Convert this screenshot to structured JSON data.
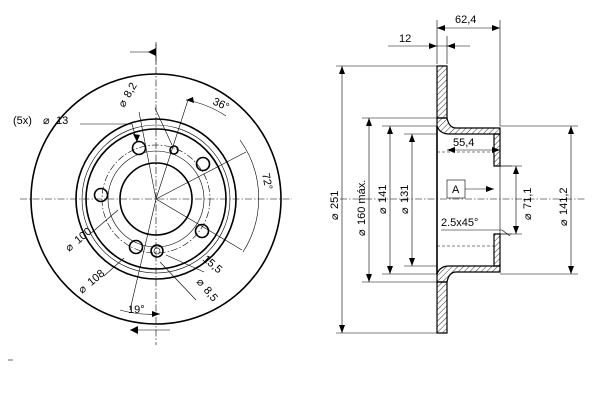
{
  "front_view": {
    "bolt_holes": "(5x)",
    "bolt_hole_dia": "13",
    "small_hole_dia": "8,2",
    "angle_top": "36°",
    "angle_right": "72°",
    "dia_100": "100",
    "dia_108": "108",
    "dim_15_5": "15,5",
    "dim_8_5": "8,5",
    "angle_bottom": "19°"
  },
  "side_view": {
    "width_total": "62,4",
    "disc_thickness": "12",
    "hub_depth": "55,4",
    "dia_251": "251",
    "dia_160_max": "160 máx.",
    "dia_141": "141",
    "dia_131": "131",
    "dia_71_1": "71,1",
    "dia_141_2": "141,2",
    "chamfer": "2.5x45°",
    "datum": "A"
  }
}
